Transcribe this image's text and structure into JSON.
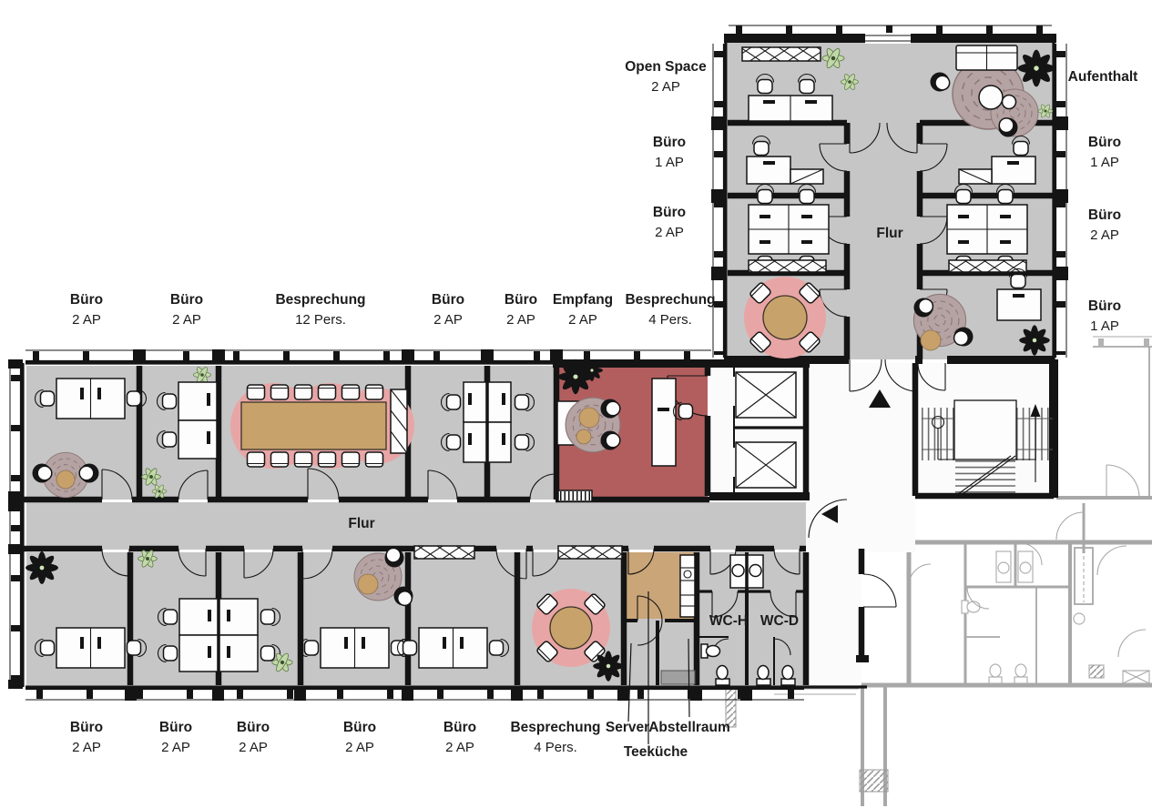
{
  "labels": {
    "open_space": {
      "name": "Open Space",
      "capacity": "2 AP"
    },
    "aufenthalt": {
      "name": "Aufenthalt"
    },
    "buero_ul1": {
      "name": "Büro",
      "capacity": "1 AP"
    },
    "buero_ur1": {
      "name": "Büro",
      "capacity": "1 AP"
    },
    "buero_ul2": {
      "name": "Büro",
      "capacity": "2 AP"
    },
    "buero_ur2": {
      "name": "Büro",
      "capacity": "2 AP"
    },
    "flur_upper": {
      "name": "Flur"
    },
    "buero_ur3": {
      "name": "Büro",
      "capacity": "1 AP"
    },
    "buero_t1": {
      "name": "Büro",
      "capacity": "2 AP"
    },
    "buero_t2": {
      "name": "Büro",
      "capacity": "2 AP"
    },
    "besprechung_12": {
      "name": "Besprechung",
      "capacity": "12 Pers."
    },
    "buero_t3": {
      "name": "Büro",
      "capacity": "2 AP"
    },
    "buero_t4": {
      "name": "Büro",
      "capacity": "2 AP"
    },
    "empfang": {
      "name": "Empfang",
      "capacity": "2 AP"
    },
    "besprechung_4a": {
      "name": "Besprechung",
      "capacity": "4 Pers."
    },
    "flur_main": {
      "name": "Flur"
    },
    "wc_h": {
      "name": "WC-H"
    },
    "wc_d": {
      "name": "WC-D"
    },
    "buero_b1": {
      "name": "Büro",
      "capacity": "2 AP"
    },
    "buero_b2": {
      "name": "Büro",
      "capacity": "2 AP"
    },
    "buero_b3": {
      "name": "Büro",
      "capacity": "2 AP"
    },
    "buero_b4": {
      "name": "Büro",
      "capacity": "2 AP"
    },
    "buero_b5": {
      "name": "Büro",
      "capacity": "2 AP"
    },
    "besprechung_4b": {
      "name": "Besprechung",
      "capacity": "4 Pers."
    },
    "server": {
      "name": "Server"
    },
    "abstellraum": {
      "name": "Abstellraum"
    },
    "teekueche": {
      "name": "Teeküche"
    }
  },
  "colors": {
    "floor": "#c6c6c6",
    "floor_red": "#b25e5e",
    "wood": "#c8a26b",
    "wood_floor": "#caa578",
    "rug_pink": "#e8a5a5",
    "rug_mauve": "#b5a2a2",
    "ink": "#1c1c1c",
    "faint": "#a8a8a8"
  }
}
